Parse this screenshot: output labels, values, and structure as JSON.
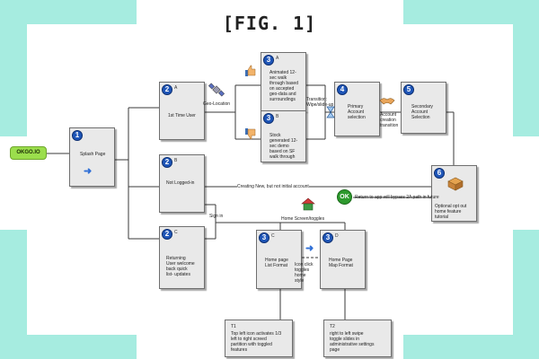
{
  "figure_title": "[FIG. 1]",
  "start_node": "OKGO.IO",
  "steps": {
    "s1": {
      "num": "1",
      "text": "Splash Page"
    },
    "s2a": {
      "num": "2",
      "letter": "A",
      "text": "1st Time User"
    },
    "s2b": {
      "num": "2",
      "letter": "B",
      "text": "Not Logged-in"
    },
    "s2c": {
      "num": "2",
      "letter": "C",
      "lines": [
        "Returning",
        "User welcome",
        "back quick",
        "list- updates"
      ]
    },
    "s3a": {
      "num": "3",
      "letter": "A",
      "lines": [
        "Animated 12-",
        "sec walk",
        "through based",
        "on accepted",
        "geo-data and",
        "surroundings"
      ]
    },
    "s3b": {
      "num": "3",
      "letter": "B",
      "lines": [
        "Stock",
        "generated 12-",
        "sec demo",
        "based on SF",
        "walk through"
      ]
    },
    "s3c": {
      "num": "3",
      "letter": "C",
      "lines": [
        "Home page",
        "List Format"
      ]
    },
    "s3d": {
      "num": "3",
      "letter": "D",
      "lines": [
        "Home Page",
        "Map Format"
      ]
    },
    "s4": {
      "num": "4",
      "lines": [
        "Primary",
        "Account",
        "selection"
      ]
    },
    "s5": {
      "num": "5",
      "lines": [
        "Secondary",
        "Account",
        "Selection"
      ]
    },
    "s6": {
      "num": "6",
      "lines": [
        "Optional opt out",
        "home feature",
        "tutorial"
      ]
    }
  },
  "labels": {
    "geo_location": "Geo-Location",
    "transition": [
      "Transition:",
      "Wipe/slide-up"
    ],
    "account_creation": [
      "Account",
      "creation",
      "transition"
    ],
    "creating_new": "Creating New, but not initial account",
    "return_to_app": "Return to app will bypass 2A path in future",
    "sign_in": "Sign in",
    "home_screen": "Home Screen/toggles",
    "icon_click": [
      "Icon click",
      "toggles",
      "home",
      "style"
    ],
    "ok": "OK"
  },
  "notes": {
    "t1": {
      "title": "T1",
      "lines": [
        "Top left icon activates 1/3",
        "left to right screed",
        "partition with toggled",
        "features"
      ]
    },
    "t2": {
      "title": "T2",
      "lines": [
        "right to left swipe",
        "toggle slides in",
        "administrative settings",
        "page"
      ]
    }
  },
  "colors": {
    "frame": "#a6ece0",
    "badge": "#1f56b8",
    "start_node": "#9bde4c",
    "ok": "#2e9a2e",
    "card": "#e9e9e9"
  }
}
